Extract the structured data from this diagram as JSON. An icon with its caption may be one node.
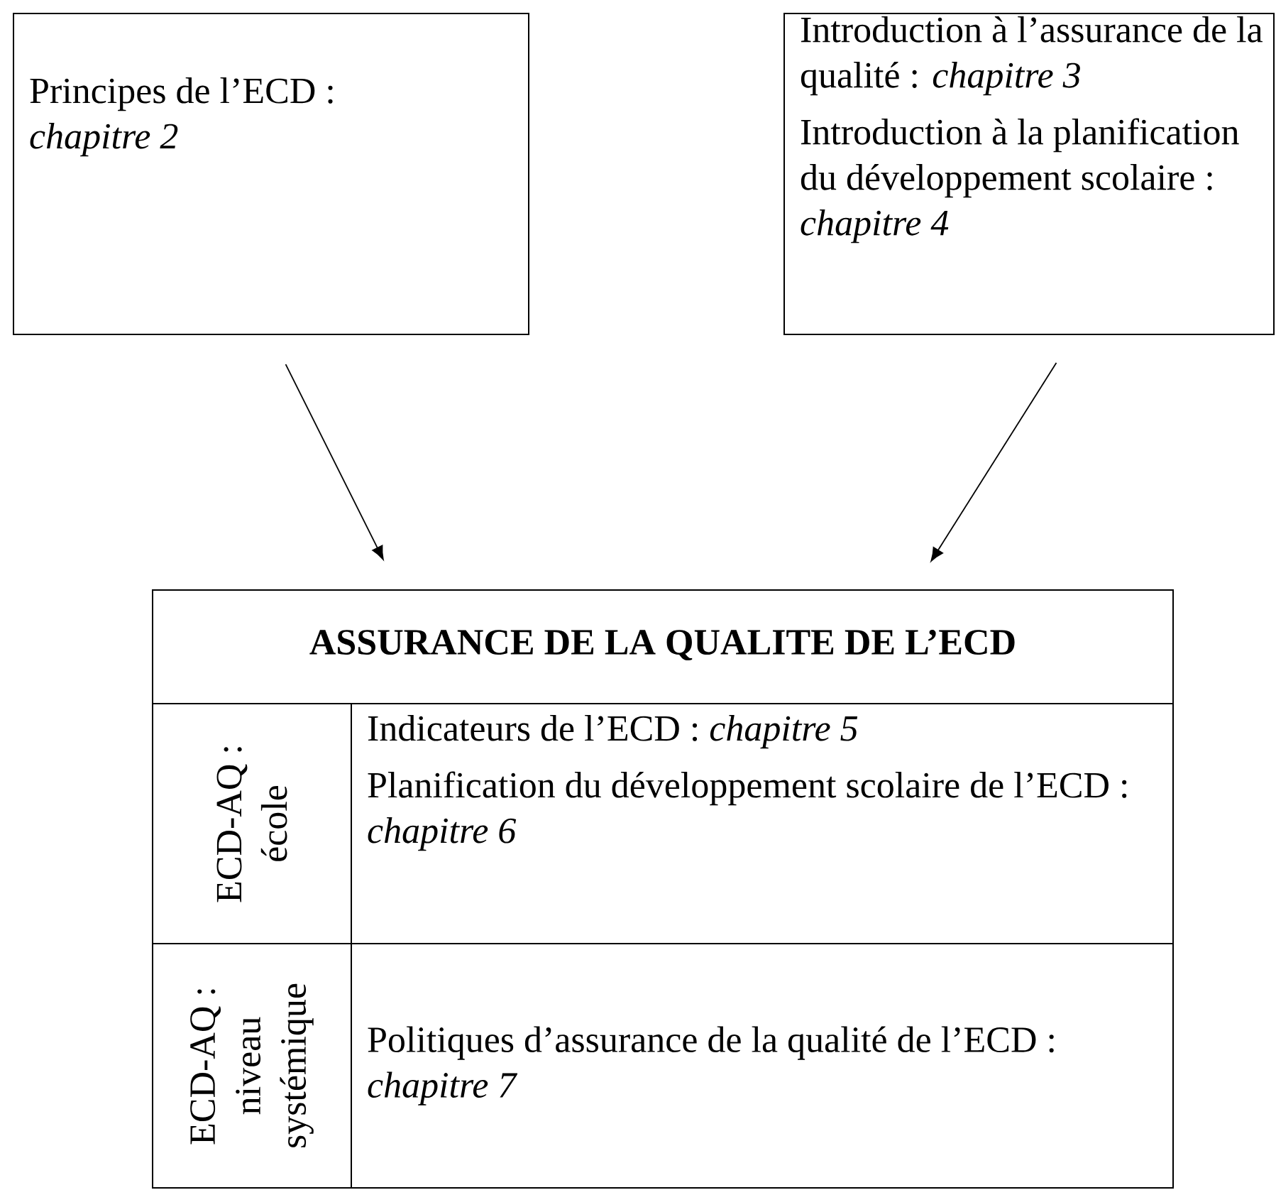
{
  "diagram": {
    "nodes": [
      {
        "text": [
          "Principes de l’ECD : *chapitre 2*"
        ]
      },
      {
        "text": [
          "Introduction à l’assurance de la qualité : *chapitre 3*",
          "Introduction à la planification du développement scolaire : *chapitre 4*"
        ]
      },
      {
        "text": [
          "ASSURANCE DE LA QUALITE DE L’ECD"
        ]
      },
      {
        "text": [
          "ECD-AQ : école"
        ],
        "in": 2
      },
      {
        "text": [
          "Indicateurs de l’ECD : *chapitre 5*",
          "Planification du développement scolaire de l’ECD : *chapitre 6*"
        ],
        "in": 2
      },
      {
        "text": [
          "ECD-AQ : niveau systémique"
        ],
        "in": 2
      },
      {
        "text": [
          "Politiques d’assurance de la qualité de l’ECD : *chapitre 7*"
        ],
        "in": 2
      }
    ],
    "edges": [
      {
        "from": 0,
        "to": 2,
        "arrow": "to"
      },
      {
        "from": 1,
        "to": 2,
        "arrow": "to"
      }
    ]
  }
}
